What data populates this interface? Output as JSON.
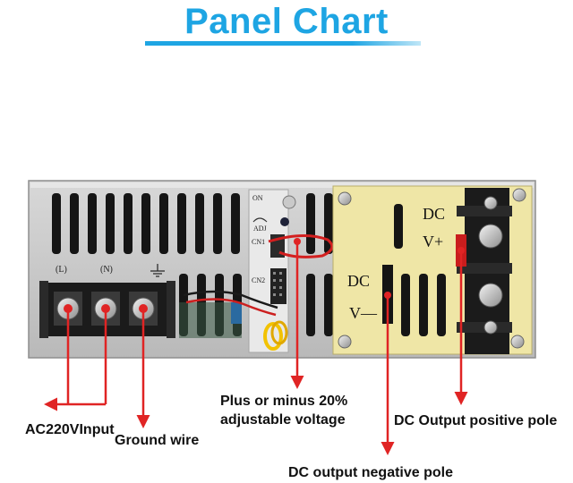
{
  "title": "Panel Chart",
  "panel": {
    "on_label": "ON",
    "adj_label": "ADJ",
    "cn1_label": "CN1",
    "cn2_label": "CN2",
    "terminal_l": "(L)",
    "terminal_n": "(N)",
    "dc_top": "DC",
    "v_plus": "V+",
    "dc_mid": "DC",
    "v_minus": "V—"
  },
  "labels": {
    "ac_input": "AC220VInput",
    "ground": "Ground wire",
    "adjust_line1": "Plus or minus 20%",
    "adjust_line2": "adjustable voltage",
    "positive": "DC Output positive pole",
    "negative": "DC output negative pole"
  },
  "colors": {
    "title": "#1ea5e3",
    "arrow": "#e02424",
    "panel_board": "#efe6a6"
  }
}
